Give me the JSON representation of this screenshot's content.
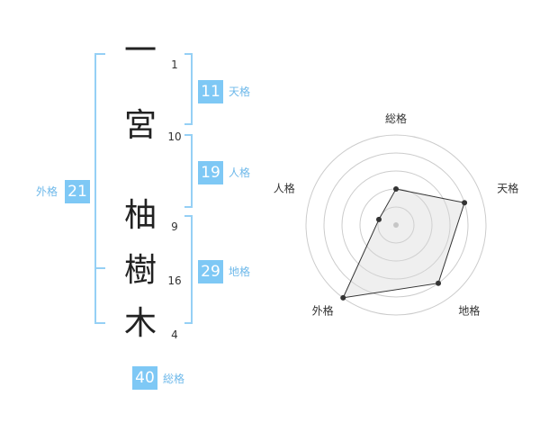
{
  "name_diagram": {
    "characters": [
      {
        "char": "一",
        "strokes": "1"
      },
      {
        "char": "宮",
        "strokes": "10"
      },
      {
        "char": "柚",
        "strokes": "9"
      },
      {
        "char": "樹",
        "strokes": "16"
      },
      {
        "char": "木",
        "strokes": "4"
      }
    ],
    "kaku": {
      "tenkaku": {
        "label": "天格",
        "value": "11"
      },
      "jinkaku": {
        "label": "人格",
        "value": "19"
      },
      "chikaku": {
        "label": "地格",
        "value": "29"
      },
      "gaikaku": {
        "label": "外格",
        "value": "21"
      },
      "soukaku": {
        "label": "総格",
        "value": "40"
      }
    }
  },
  "colors": {
    "accent": "#7ec8f5",
    "label": "#6fb9ea",
    "bracket": "#95d0f5",
    "ring": "#cccccc",
    "center_dot": "#bbbbbb",
    "radar_line": "#333333",
    "radar_fill": "#d6d6d6"
  },
  "chart_data": {
    "type": "radar",
    "categories": [
      "総格",
      "天格",
      "地格",
      "外格",
      "人格"
    ],
    "values": [
      2,
      4,
      4,
      5,
      1
    ],
    "rlim": [
      0,
      5
    ],
    "ring_step": 1,
    "grid": true
  }
}
